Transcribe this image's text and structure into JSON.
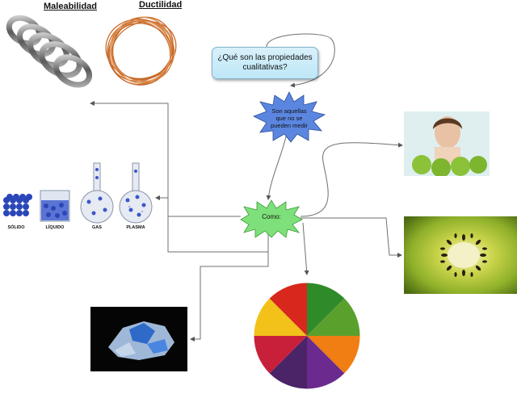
{
  "images": {
    "malleability_label": "Maleabilidad",
    "ductility_label": "Ductilidad"
  },
  "question_box": {
    "text": "¿Qué son las propiedades cualitativas?"
  },
  "answer_burst": {
    "text": "Son aquellas que no se pueden medir"
  },
  "center_burst": {
    "text": "Como:"
  },
  "states": {
    "solid": "SÓLIDO",
    "liquid": "LÍQUIDO",
    "gas": "GAS",
    "plasma": "PLASMA"
  },
  "colors": {
    "question_fill": "#c8ecf9",
    "answer_burst_fill": "#5b86e0",
    "center_burst_fill": "#7ee07a",
    "connector": "#6f6f6f"
  }
}
